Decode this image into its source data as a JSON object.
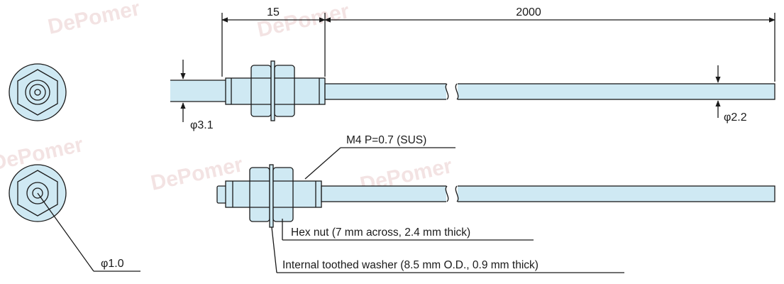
{
  "colors": {
    "part_fill": "#cfe9f3",
    "line": "#1a1a1a",
    "watermark": "#f3e3e3",
    "background": "#ffffff"
  },
  "watermark": "DePomer",
  "dimensions": {
    "head_length": "15",
    "cable_length": "2000",
    "tube_diameter": "φ3.1",
    "cable_diameter": "φ2.2",
    "fiber_diameter": "φ1.0"
  },
  "labels": {
    "thread": "M4 P=0.7 (SUS)",
    "hex_nut": "Hex nut (7 mm across, 2.4 mm thick)",
    "washer": "Internal toothed washer (8.5 mm O.D., 0.9 mm thick)"
  }
}
